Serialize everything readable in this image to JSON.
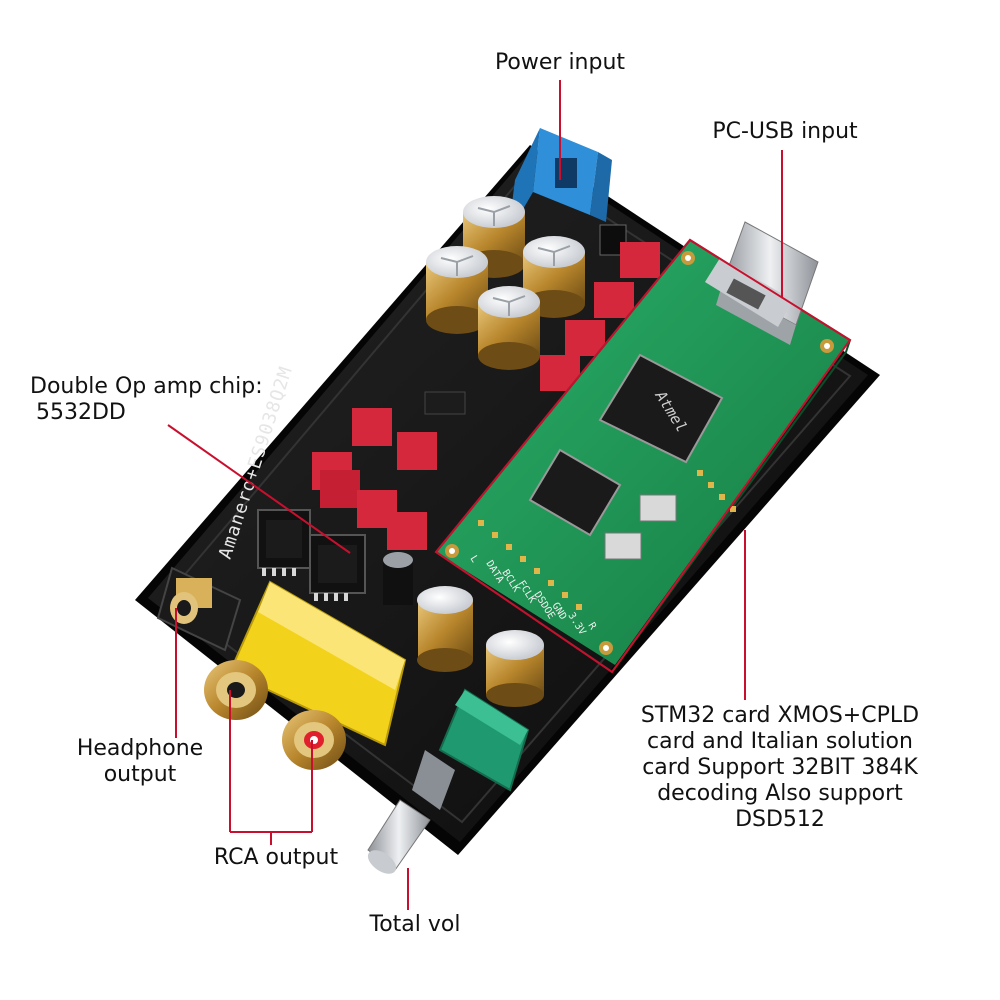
{
  "callouts": {
    "power_input": "Power input",
    "pc_usb_input": "PC-USB input",
    "op_amp": {
      "line1": "Double Op amp chip:",
      "line2": "5532DD"
    },
    "usb_card": {
      "line1": "STM32 card XMOS+CPLD",
      "line2": "card and Italian solution",
      "line3": "card Support 32BIT 384K",
      "line4": "decoding Also support",
      "line5": "DSD512"
    },
    "headphone_output": {
      "line1": "Headphone",
      "line2": "output"
    },
    "rca_output": "RCA output",
    "total_vol": "Total vol"
  },
  "board": {
    "silkscreen": "Amanero+ES9038Q2M",
    "chip_brand": "Atmel",
    "pins": [
      "L",
      "DATA",
      "BCLK",
      "FCLK",
      "DSDOE",
      "GND",
      "3.3V",
      "R"
    ]
  },
  "colors": {
    "leader_line": "#c8102e",
    "pcb": "#141414",
    "card": "#1f9a55",
    "rca_housing": "#f3d21c",
    "power_jack": "#2f8fd8",
    "pot": "#1f9a70",
    "film_cap": "#d6283d",
    "electrolytic": "#b8862c"
  },
  "icons": [
    "usb-b-connector-icon",
    "rca-jack-icon",
    "headphone-jack-icon",
    "potentiometer-icon",
    "capacitor-icon"
  ]
}
